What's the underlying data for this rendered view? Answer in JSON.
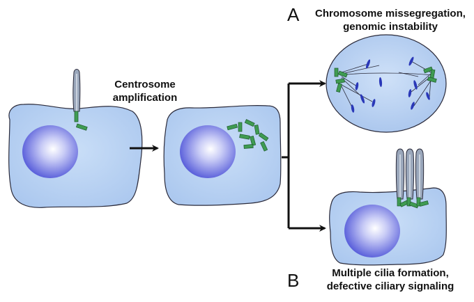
{
  "labels": {
    "amplification_line1": "Centrosome",
    "amplification_line2": "amplification",
    "panel_a_letter": "A",
    "panel_a_line1": "Chromosome missegregation,",
    "panel_a_line2": "genomic instability",
    "panel_b_letter": "B",
    "panel_b_line1": "Multiple cilia formation,",
    "panel_b_line2": "defective ciliary signaling"
  },
  "colors": {
    "cell_fill": "#b5d0f2",
    "cell_stroke": "#2a2a3a",
    "nucleus_outer": "#4f55d8",
    "nucleus_inner": "#ffffff",
    "centrosome": "#3f9b52",
    "chromosome": "#2a38b8",
    "cilium": "#8e9bb0"
  }
}
